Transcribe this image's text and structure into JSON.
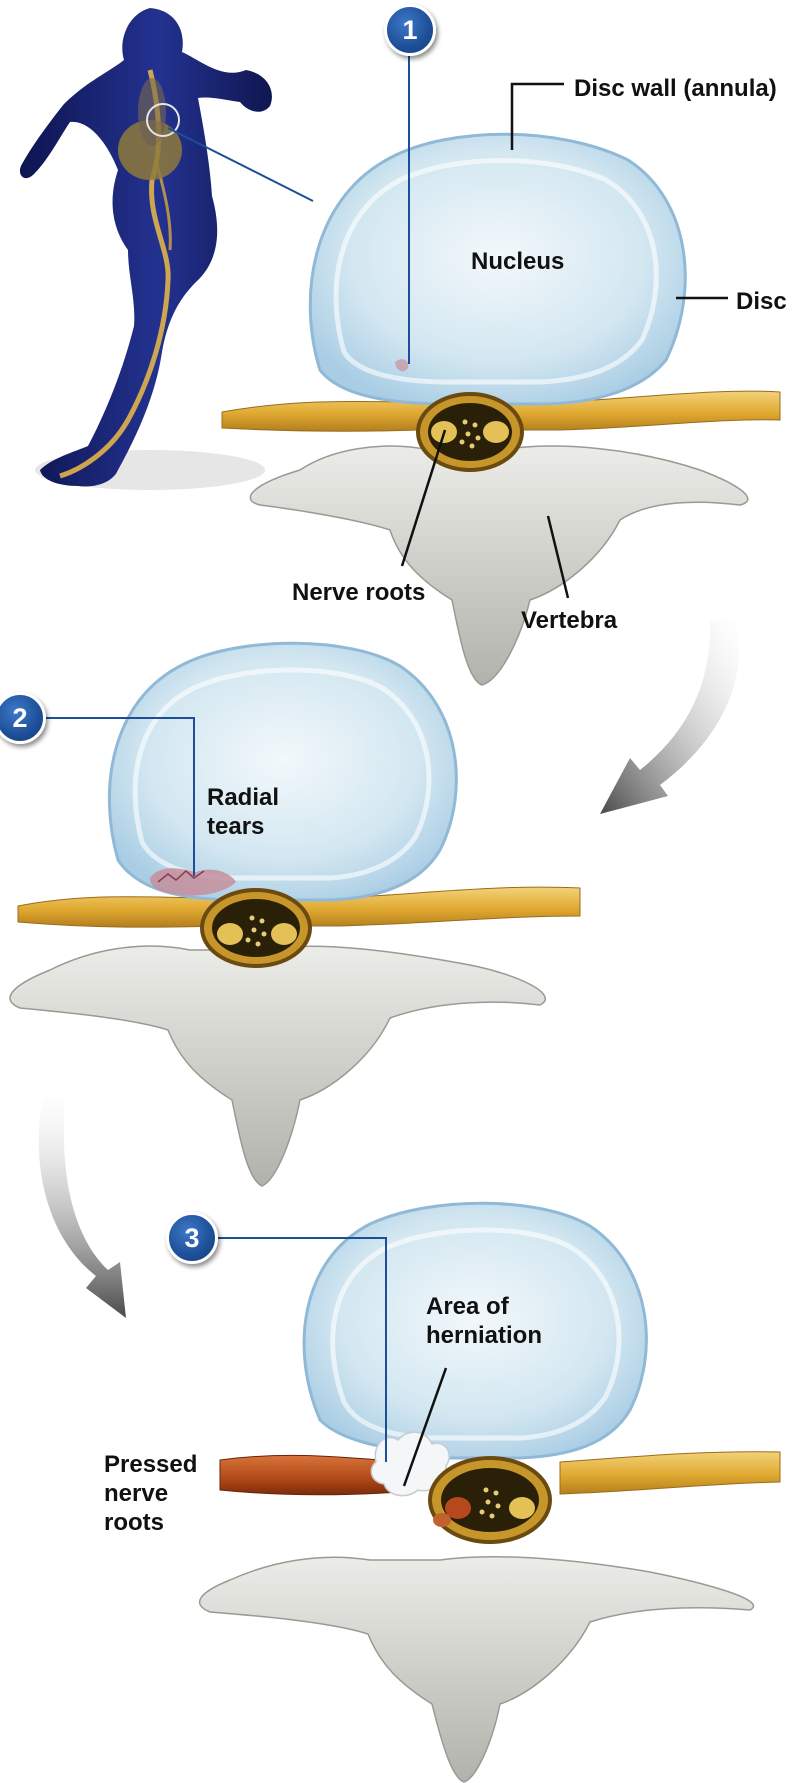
{
  "steps": [
    {
      "number": "1"
    },
    {
      "number": "2"
    },
    {
      "number": "3"
    }
  ],
  "labels": {
    "disc_wall": "Disc wall (annula)",
    "nucleus": "Nucleus",
    "disc": "Disc",
    "nerve_roots": "Nerve roots",
    "vertebra": "Vertebra",
    "radial_tears": "Radial\ntears",
    "area_of_herniation": "Area of\nherniation",
    "pressed_nerve_roots": "Pressed\nnerve\nroots"
  },
  "colors": {
    "badge_blue": "#1d4f98",
    "leader_line": "#1d4f98",
    "disc_fill": "#d8ecf4",
    "annulus": "#b4d4ea",
    "nerve_yellow": "#e2b43c",
    "nerve_inflamed": "#b5481c",
    "bone_gray": "#cfcfca",
    "figure_blue": "#1a2468"
  }
}
